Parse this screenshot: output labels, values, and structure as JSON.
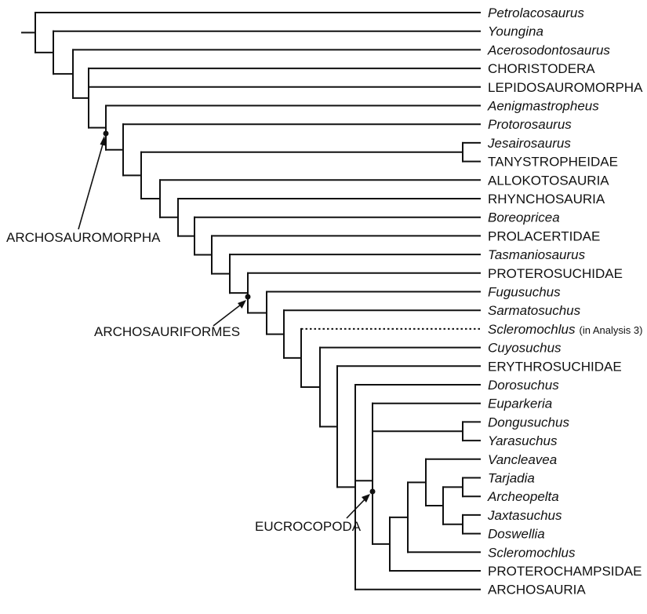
{
  "taxa": [
    {
      "name": "Petrolacosaurus",
      "italic": true
    },
    {
      "name": "Youngina",
      "italic": true
    },
    {
      "name": "Acerosodontosaurus",
      "italic": true
    },
    {
      "name": "CHORISTODERA",
      "italic": false
    },
    {
      "name": "LEPIDOSAUROMORPHA",
      "italic": false
    },
    {
      "name": "Aenigmastropheus",
      "italic": true
    },
    {
      "name": "Protorosaurus",
      "italic": true
    },
    {
      "name": "Jesairosaurus",
      "italic": true
    },
    {
      "name": "TANYSTROPHEIDAE",
      "italic": false
    },
    {
      "name": "ALLOKOTOSAURIA",
      "italic": false
    },
    {
      "name": "RHYNCHOSAURIA",
      "italic": false
    },
    {
      "name": "Boreopricea",
      "italic": true
    },
    {
      "name": "PROLACERTIDAE",
      "italic": false
    },
    {
      "name": "Tasmaniosaurus",
      "italic": true
    },
    {
      "name": "PROTEROSUCHIDAE",
      "italic": false
    },
    {
      "name": "Fugusuchus",
      "italic": true
    },
    {
      "name": "Sarmatosuchus",
      "italic": true
    },
    {
      "name": "Scleromochlus",
      "italic": true,
      "note": "(in Analysis 3)"
    },
    {
      "name": "Cuyosuchus",
      "italic": true
    },
    {
      "name": "ERYTHROSUCHIDAE",
      "italic": false
    },
    {
      "name": "Dorosuchus",
      "italic": true
    },
    {
      "name": "Euparkeria",
      "italic": true
    },
    {
      "name": "Dongusuchus",
      "italic": true
    },
    {
      "name": "Yarasuchus",
      "italic": true
    },
    {
      "name": "Vancleavea",
      "italic": true
    },
    {
      "name": "Tarjadia",
      "italic": true
    },
    {
      "name": "Archeopelta",
      "italic": true
    },
    {
      "name": "Jaxtasuchus",
      "italic": true
    },
    {
      "name": "Doswellia",
      "italic": true
    },
    {
      "name": "Scleromochlus",
      "italic": true
    },
    {
      "name": "PROTEROCHAMPSIDAE",
      "italic": false
    },
    {
      "name": "ARCHOSAURIA",
      "italic": false
    }
  ],
  "clade_labels": {
    "archosauromorpha": "ARCHOSAUROMORPHA",
    "archosauriformes": "ARCHOSAURIFORMES",
    "eucrocopoda": "EUCROCOPODA"
  },
  "colors": {
    "ink": "#111111",
    "background": "#ffffff"
  }
}
